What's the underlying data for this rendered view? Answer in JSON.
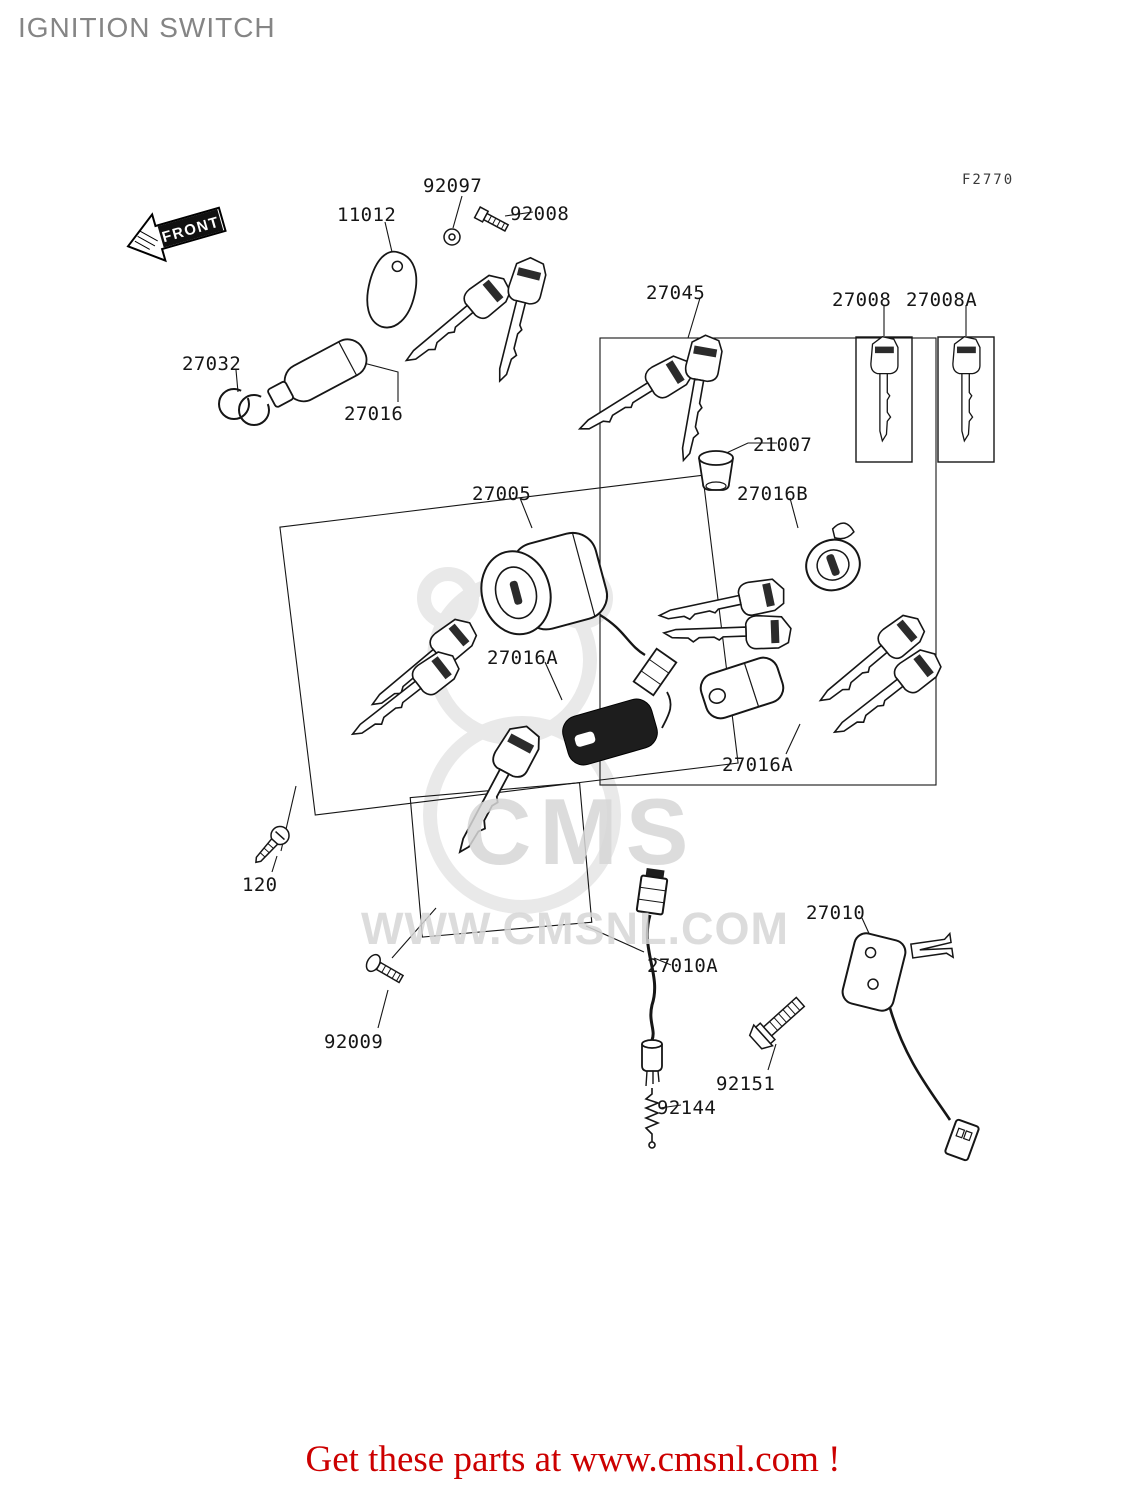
{
  "header": {
    "title": "IGNITION SWITCH"
  },
  "diagram": {
    "code": "F2770",
    "front_arrow": "FRONT",
    "watermark_main": "CMS",
    "watermark_url": "WWW.CMSNL.COM",
    "labels": [
      {
        "part": "92097",
        "text": "92097"
      },
      {
        "part": "11012",
        "text": "11012"
      },
      {
        "part": "92008",
        "text": "92008"
      },
      {
        "part": "27045",
        "text": "27045"
      },
      {
        "part": "27008",
        "text": "27008"
      },
      {
        "part": "27008A",
        "text": "27008A"
      },
      {
        "part": "27032",
        "text": "27032"
      },
      {
        "part": "27016",
        "text": "27016"
      },
      {
        "part": "21007",
        "text": "21007"
      },
      {
        "part": "27005",
        "text": "27005"
      },
      {
        "part": "27016B",
        "text": "27016B"
      },
      {
        "part": "27016A",
        "text": "27016A"
      },
      {
        "part": "27016A",
        "text": "27016A"
      },
      {
        "part": "120",
        "text": "120"
      },
      {
        "part": "27010",
        "text": "27010"
      },
      {
        "part": "27010A",
        "text": "27010A"
      },
      {
        "part": "92009",
        "text": "92009"
      },
      {
        "part": "92151",
        "text": "92151"
      },
      {
        "part": "92144",
        "text": "92144"
      }
    ]
  },
  "footer": {
    "text": "Get these parts at www.cmsnl.com !"
  },
  "colors": {
    "accent": "#cc0000",
    "title_gray": "#858585",
    "watermark_gray": "#d7d7d7",
    "line": "#161616"
  }
}
